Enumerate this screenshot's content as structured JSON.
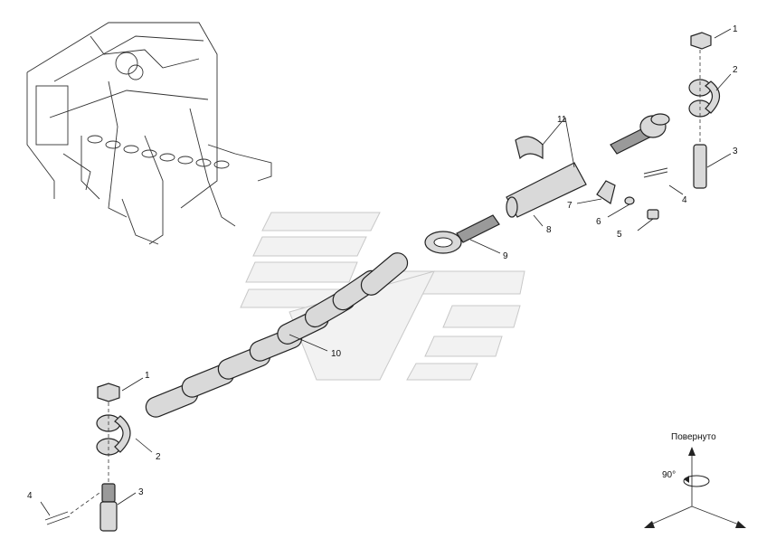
{
  "callouts": {
    "c1_top": "1",
    "c2_top": "2",
    "c3_top": "3",
    "c4_top": "4",
    "c5": "5",
    "c6": "6",
    "c7": "7",
    "c8": "8",
    "c9": "9",
    "c10": "10",
    "c11": "11",
    "c1_bottom": "1",
    "c2_bottom": "2",
    "c3_bottom": "3",
    "c4_bottom": "4"
  },
  "orientation": {
    "label": "Повернуто",
    "angle": "90°"
  }
}
